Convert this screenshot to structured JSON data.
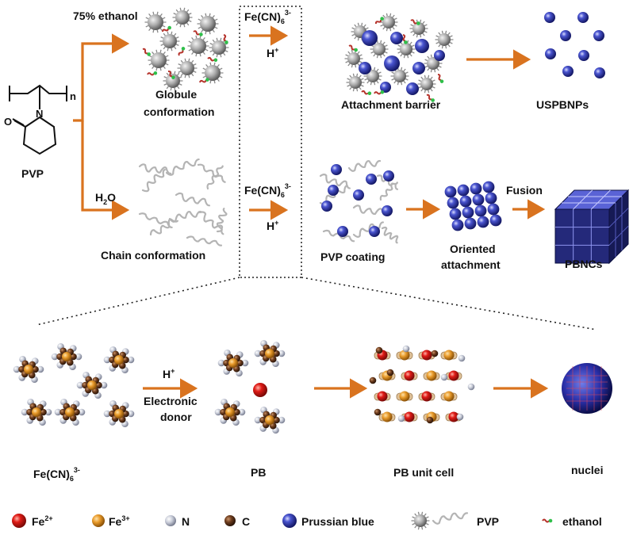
{
  "top": {
    "ethanol_label": "75% ethanol",
    "globule_label_1": "Globule",
    "globule_label_2": "conformation",
    "attachment_barrier": "Attachment barrier",
    "uspbnps": "USPBNPs",
    "reagent_base": "Fe(CN)",
    "reagent_sub": "6",
    "reagent_sup": "3-",
    "acid_base": "H",
    "acid_sup": "+"
  },
  "pvp": {
    "label": "PVP",
    "n": "n",
    "o": "O",
    "nitrogen": "N"
  },
  "bottom_row": {
    "water_base": "H",
    "water_sub": "2",
    "water_end": "O",
    "chain_label": "Chain conformation",
    "pvp_coating": "PVP coating",
    "oriented_1": "Oriented",
    "oriented_2": "attachment",
    "fusion": "Fusion",
    "pbncs": "PBNCs"
  },
  "mechanism": {
    "acid_base": "H",
    "acid_sup": "+",
    "electronic": "Electronic",
    "donor": "donor",
    "ferricyanide_base": "Fe(CN)",
    "ferricyanide_sub": "6",
    "ferricyanide_sup": "3-",
    "pb": "PB",
    "pb_unit_cell": "PB unit cell",
    "nuclei": "nuclei"
  },
  "legend": {
    "fe2_base": "Fe",
    "fe2_sup": "2+",
    "fe3_base": "Fe",
    "fe3_sup": "3+",
    "n": "N",
    "c": "C",
    "prussian_blue": "Prussian blue",
    "pvp": "PVP",
    "ethanol": "ethanol"
  },
  "colors": {
    "arrow": "#d9731f",
    "fe2": "#e01b16",
    "fe3": "#e89a2a",
    "n": "#c8ccd8",
    "c": "#6e3d1e",
    "prussian_blue": "#2a2f8f",
    "pvp": "#a9a9a9",
    "ethanol_red": "#b5322a",
    "ethanol_green": "#2fbf4a"
  }
}
